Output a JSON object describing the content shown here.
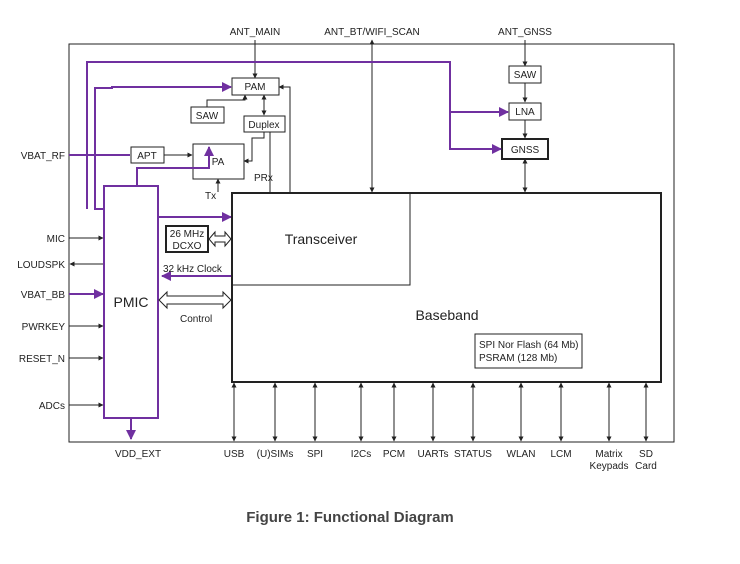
{
  "antennas": {
    "main": "ANT_MAIN",
    "bt_wifi": "ANT_BT/WIFI_SCAN",
    "gnss": "ANT_GNSS"
  },
  "blocks": {
    "pam": "PAM",
    "saw_left": "SAW",
    "duplex": "Duplex",
    "pa": "PA",
    "apt": "APT",
    "saw_gnss": "SAW",
    "lna": "LNA",
    "gnss": "GNSS",
    "pmic": "PMIC",
    "transceiver": "Transceiver",
    "baseband": "Baseband",
    "dcxo_line1": "26 MHz",
    "dcxo_line2": "DCXO",
    "flash_line1": "SPI Nor Flash (64 Mb)",
    "flash_line2": "PSRAM (128 Mb)"
  },
  "signals": {
    "tx": "Tx",
    "prx": "PRx",
    "clock": "32 kHz Clock",
    "control": "Control"
  },
  "left_pins": [
    "VBAT_RF",
    "MIC",
    "LOUDSPK",
    "VBAT_BB",
    "PWRKEY",
    "RESET_N",
    "ADCs"
  ],
  "bottom": {
    "vdd_ext": "VDD_EXT",
    "interfaces": [
      "USB",
      "(U)SIMs",
      "SPI",
      "I2Cs",
      "PCM",
      "UARTs",
      "STATUS",
      "WLAN",
      "LCM"
    ],
    "matrix_line1": "Matrix",
    "matrix_line2": "Keypads",
    "sd_line1": "SD",
    "sd_line2": "Card"
  },
  "caption": "Figure 1: Functional Diagram",
  "colors": {
    "purple": "#7030a0",
    "line": "#222222"
  }
}
